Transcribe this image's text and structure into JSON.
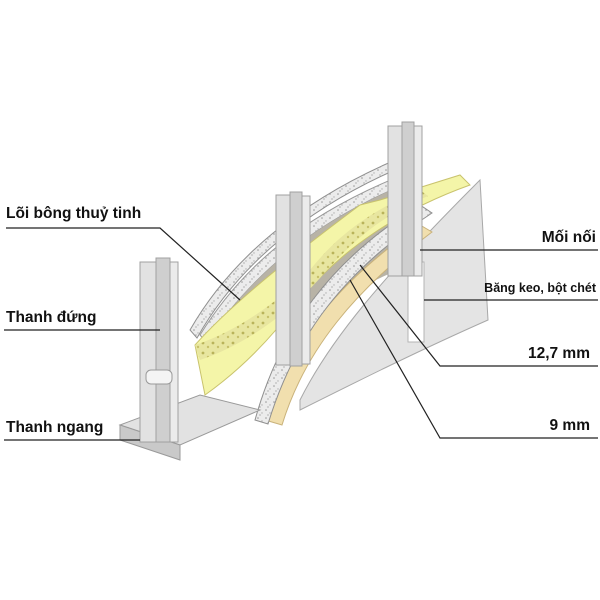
{
  "labels": {
    "glass_wool_core": "Lõi bông thuỷ tinh",
    "vertical_stud": "Thanh đứng",
    "horizontal_track": "Thanh ngang",
    "joint": "Mối nối",
    "tape_and_compound": "Băng keo, bột chét",
    "board_12_7": "12,7 mm",
    "board_9": "9 mm"
  },
  "colors": {
    "insulation": "#f4f5a8",
    "insulation_edge": "#e3e07a",
    "board_face": "#e4e4e4",
    "board_edge": "#c8c8c8",
    "inner_board": "#f1dfae",
    "back_board": "#b8b3a6",
    "steel": "#e2e2e2",
    "steel_dark": "#a9a9a9"
  }
}
